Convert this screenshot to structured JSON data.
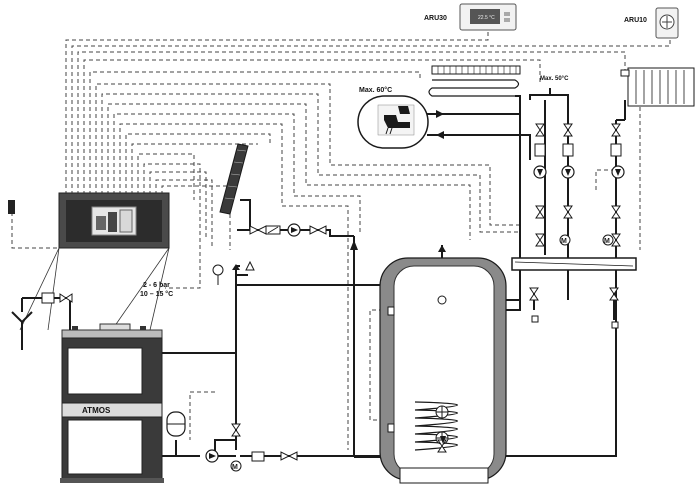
{
  "labels": {
    "aru30": "ARU30",
    "aru10": "ARU10",
    "aru30_display": "22.5 °C",
    "max60": "Max. 60°C",
    "max50": "Max. 50°C",
    "pressure": "2 - 6 bar",
    "temperature": "10 – 15 °C",
    "brand": "ATMOS",
    "motor_valve": "M"
  },
  "colors": {
    "pipe": "#1a1a1a",
    "signal": "#444444",
    "panel": "#4a4a4a",
    "tank_wall": "#8a8a8a",
    "boiler_body": "#3a3a3a"
  }
}
